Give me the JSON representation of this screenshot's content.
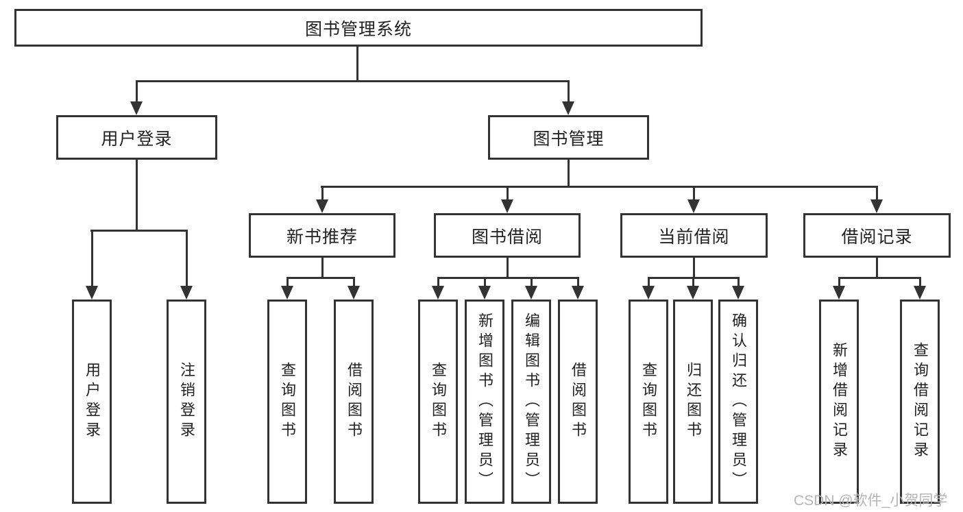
{
  "tree": {
    "label": "图书管理系统",
    "children": [
      {
        "label": "用户登录",
        "children": [
          {
            "label": "用户登录"
          },
          {
            "label": "注销登录"
          }
        ]
      },
      {
        "label": "图书管理",
        "children": [
          {
            "label": "新书推荐",
            "children": [
              {
                "label": "查询图书"
              },
              {
                "label": "借阅图书"
              }
            ]
          },
          {
            "label": "图书借阅",
            "children": [
              {
                "label": "查询图书"
              },
              {
                "label": "新增图书（管理员）"
              },
              {
                "label": "编辑图书（管理员）"
              },
              {
                "label": "借阅图书"
              }
            ]
          },
          {
            "label": "当前借阅",
            "children": [
              {
                "label": "查询图书"
              },
              {
                "label": "归还图书"
              },
              {
                "label": "确认归还（管理员）"
              }
            ]
          },
          {
            "label": "借阅记录",
            "children": [
              {
                "label": "新增借阅记录"
              },
              {
                "label": "查询借阅记录"
              }
            ]
          }
        ]
      }
    ]
  },
  "watermark": {
    "text": "CSDN @软件_小贺同学"
  },
  "colors": {
    "line": "#333333",
    "text": "#222222",
    "watermark": "#b5b5b5",
    "background": "#ffffff"
  }
}
